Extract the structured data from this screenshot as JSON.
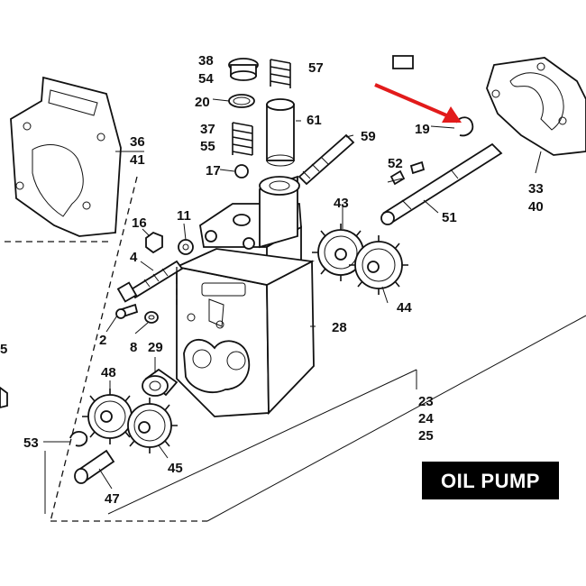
{
  "title": "OIL PUMP",
  "callouts": {
    "c38": "38",
    "c54": "54",
    "c57": "57",
    "c20": "20",
    "c61": "61",
    "c19": "19",
    "c37": "37",
    "c55": "55",
    "c59": "59",
    "c36": "36",
    "c41": "41",
    "c17": "17",
    "c52": "52",
    "c33": "33",
    "c40": "40",
    "c43": "43",
    "c51": "51",
    "c16": "16",
    "c11": "11",
    "c4": "4",
    "c44": "44",
    "c28": "28",
    "c2": "2",
    "c8": "8",
    "c29": "29",
    "c5": "5",
    "c48": "48",
    "c23": "23",
    "c24": "24",
    "c25": "25",
    "c53": "53",
    "c45": "45",
    "c47": "47"
  },
  "colors": {
    "ink": "#111111",
    "arrow": "#e21b1b",
    "title_bg": "#000000",
    "title_fg": "#ffffff"
  }
}
